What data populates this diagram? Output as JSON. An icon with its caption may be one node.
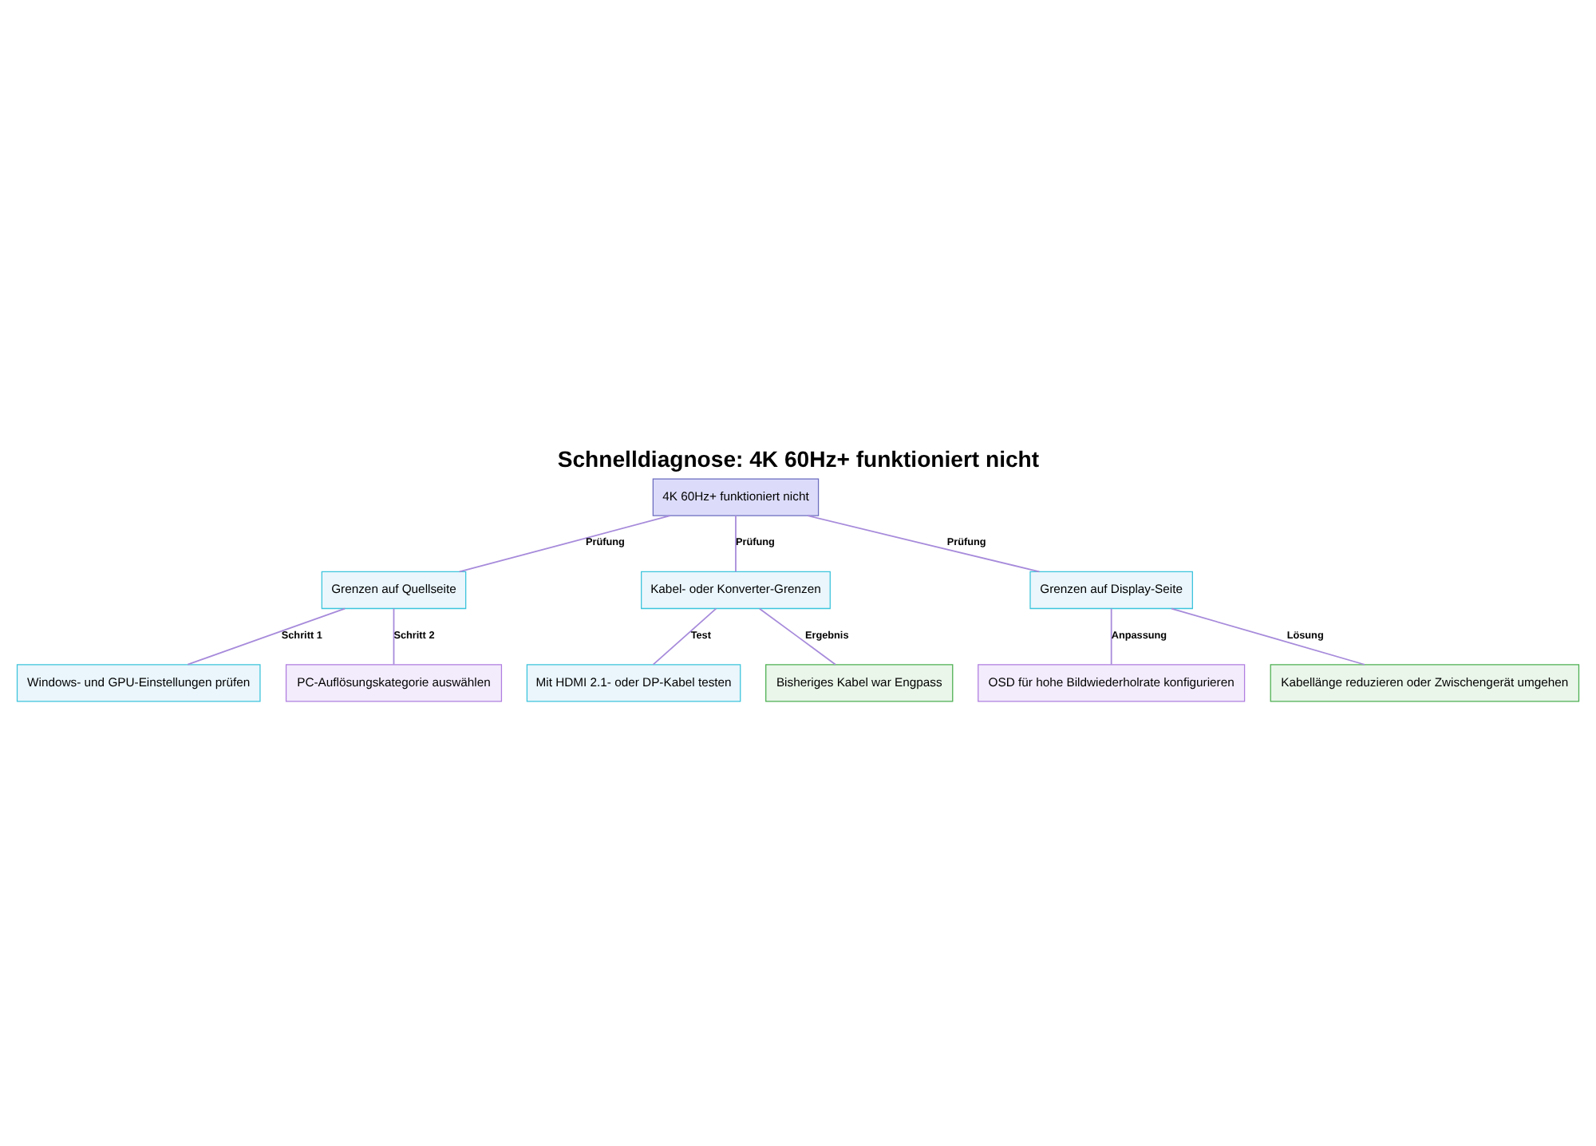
{
  "diagram": {
    "title": "Schnelldiagnose: 4K 60Hz+ funktioniert nicht",
    "nodes": [
      {
        "text": [
          "4K 60Hz+ funktioniert nicht"
        ]
      },
      {
        "text": [
          "Grenzen auf Quellseite"
        ]
      },
      {
        "text": [
          "Kabel- oder Konverter-Grenzen"
        ]
      },
      {
        "text": [
          "Grenzen auf Display-Seite"
        ]
      },
      {
        "text": [
          "Windows- und GPU-Einstellungen prüfen"
        ]
      },
      {
        "text": [
          "PC-Auflösungskategorie auswählen"
        ]
      },
      {
        "text": [
          "Mit HDMI 2.1- oder DP-Kabel testen"
        ]
      },
      {
        "text": [
          "Bisheriges Kabel war Engpass"
        ]
      },
      {
        "text": [
          "OSD für hohe Bildwiederholrate konfigurieren"
        ]
      },
      {
        "text": [
          "Kabellänge reduzieren oder Zwischengerät umgehen"
        ]
      }
    ],
    "edges": [
      {
        "from": 0,
        "to": 1,
        "arrow": "none",
        "label": "Prüfung"
      },
      {
        "from": 0,
        "to": 2,
        "arrow": "none",
        "label": "Prüfung"
      },
      {
        "from": 0,
        "to": 3,
        "arrow": "none",
        "label": "Prüfung"
      },
      {
        "from": 1,
        "to": 4,
        "arrow": "none",
        "label": "Schritt 1"
      },
      {
        "from": 1,
        "to": 5,
        "arrow": "none",
        "label": "Schritt 2"
      },
      {
        "from": 2,
        "to": 6,
        "arrow": "none",
        "label": "Test"
      },
      {
        "from": 2,
        "to": 7,
        "arrow": "none",
        "label": "Ergebnis"
      },
      {
        "from": 3,
        "to": 8,
        "arrow": "none",
        "label": "Anpassung"
      },
      {
        "from": 3,
        "to": 9,
        "arrow": "none",
        "label": "Lösung"
      }
    ]
  }
}
